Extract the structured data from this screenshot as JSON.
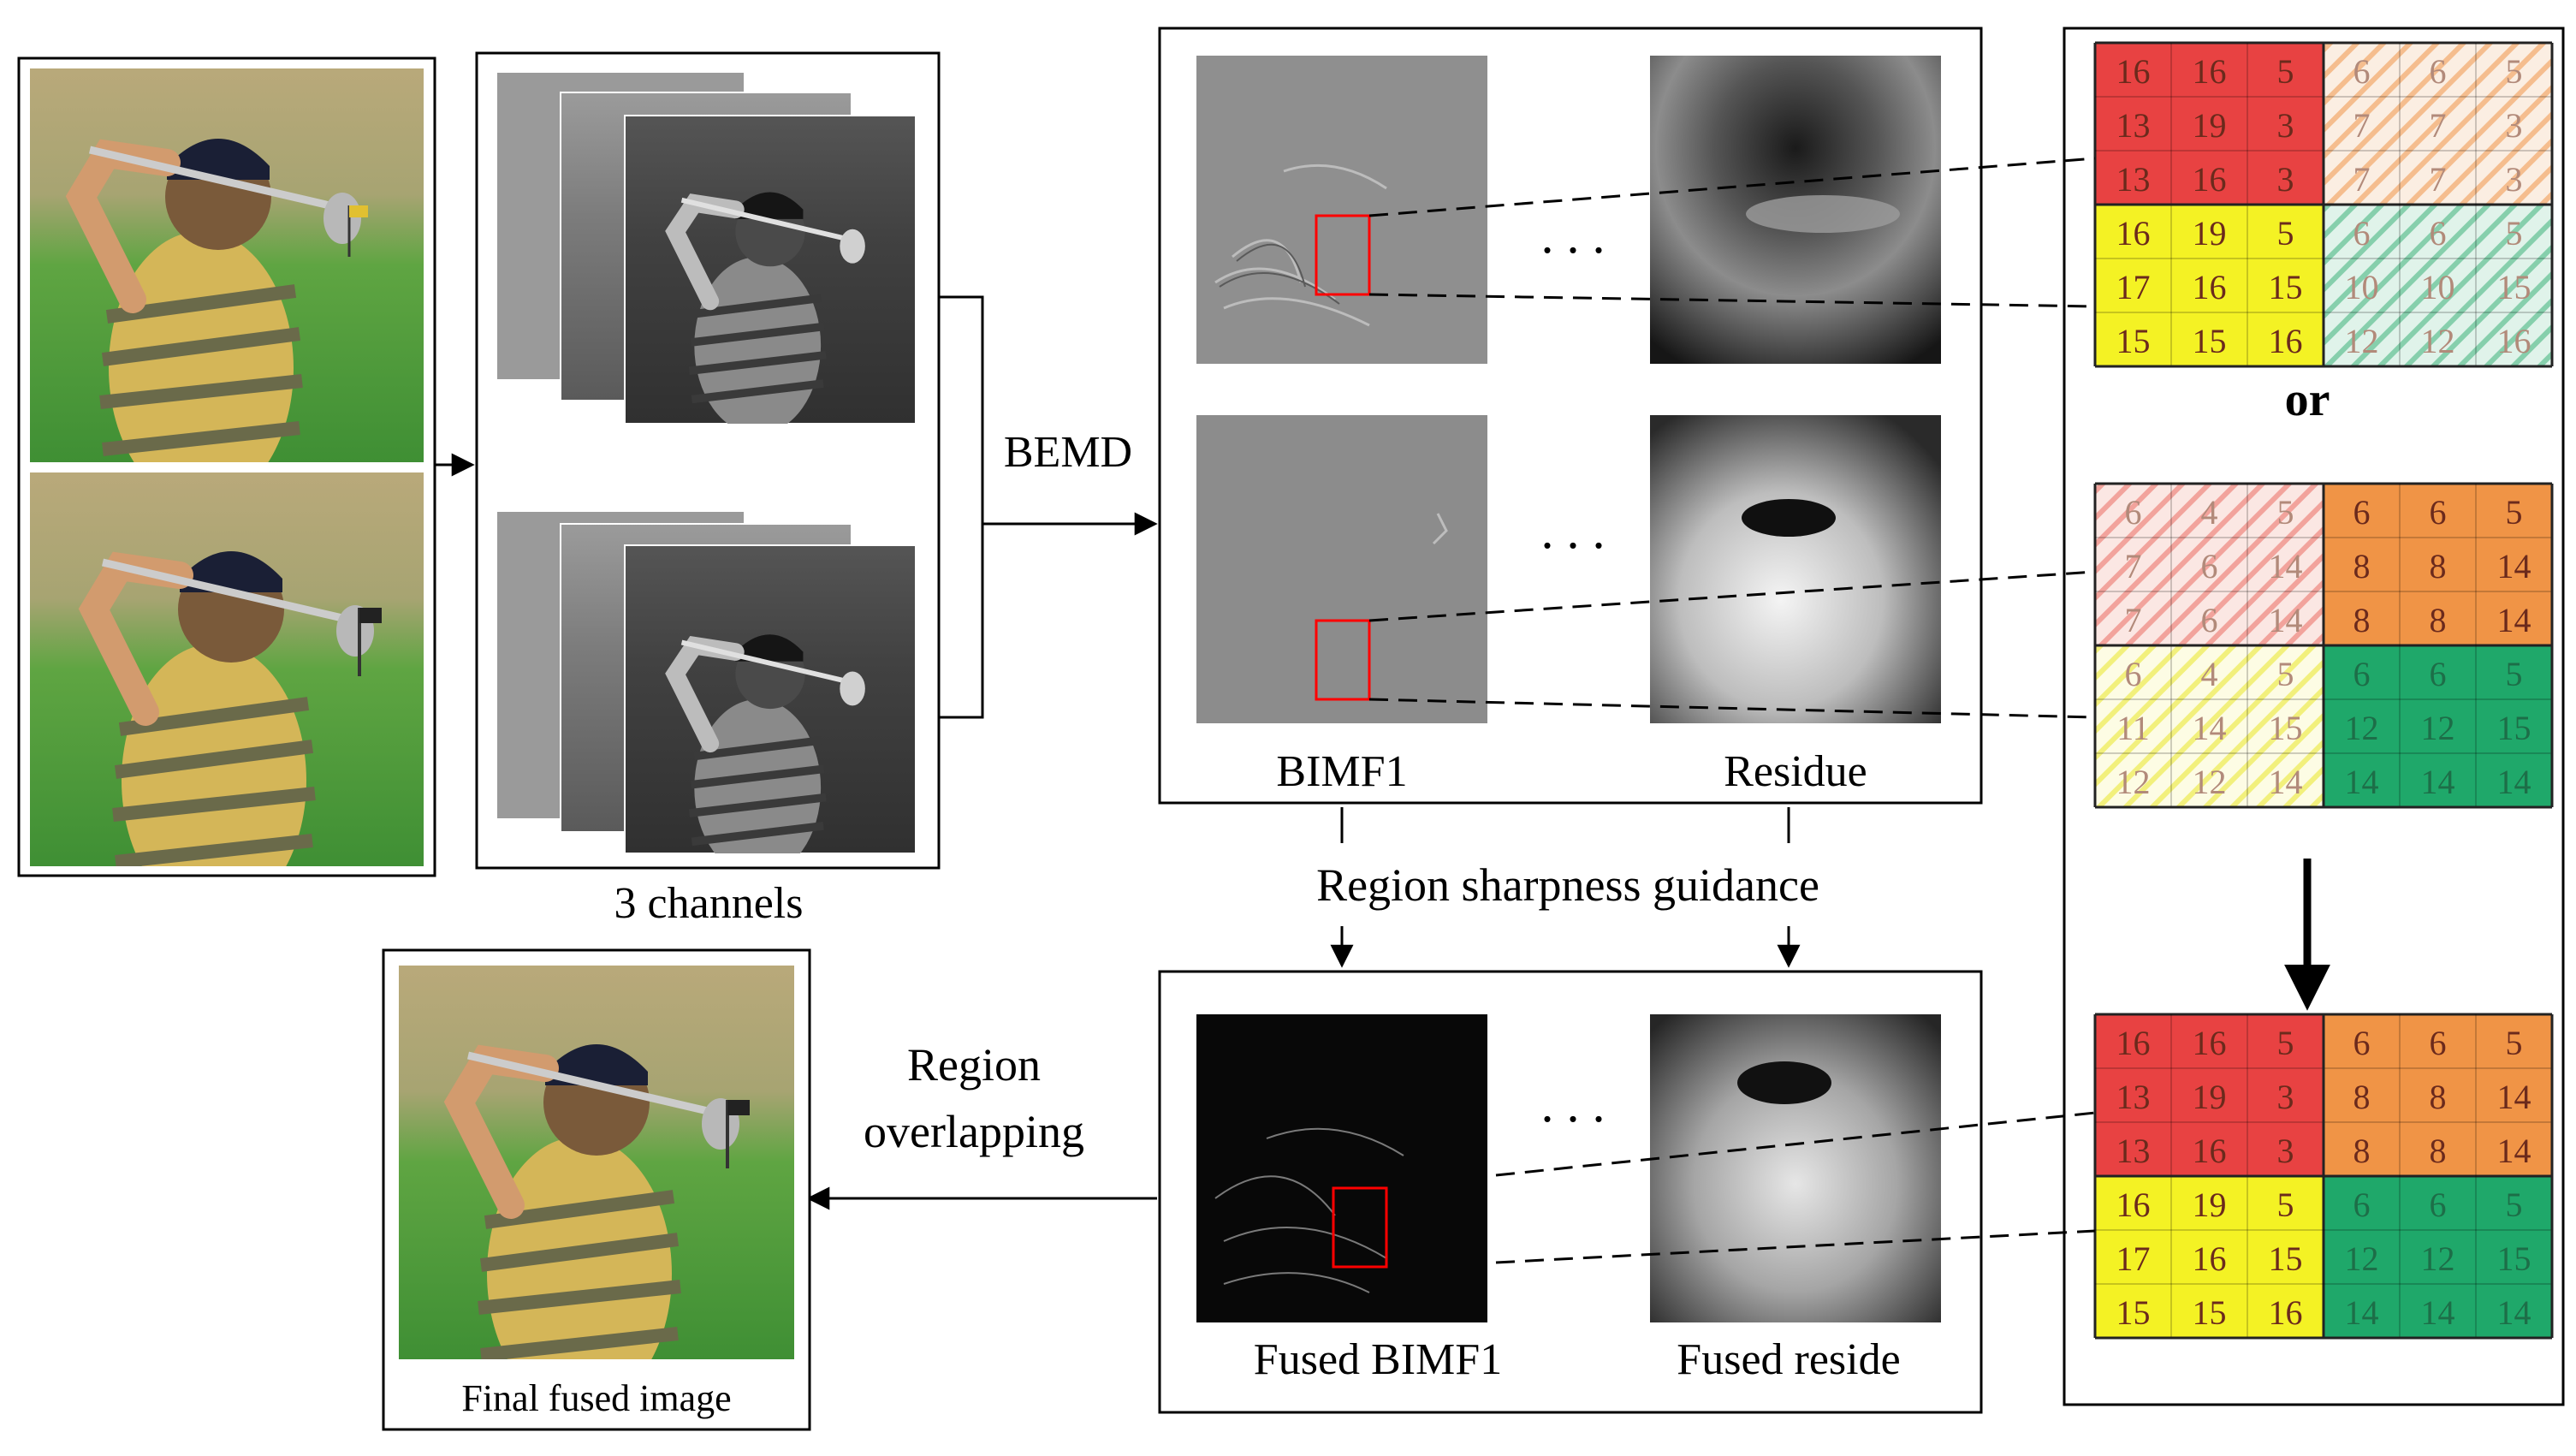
{
  "labels": {
    "bemd": "BEMD",
    "channels": "3 channels",
    "bimf1": "BIMF1",
    "residue": "Residue",
    "guidance": "Region sharpness guidance",
    "overlap_1": "Region",
    "overlap_2": "overlapping",
    "fused_bimf1": "Fused BIMF1",
    "fused_reside": "Fused reside",
    "final": "Final fused image",
    "or": "or",
    "dots": ". . ."
  },
  "grids": {
    "top": [
      [
        "16",
        "16",
        "5",
        "6",
        "6",
        "5"
      ],
      [
        "13",
        "19",
        "3",
        "7",
        "7",
        "3"
      ],
      [
        "13",
        "16",
        "3",
        "7",
        "7",
        "3"
      ],
      [
        "16",
        "19",
        "5",
        "6",
        "6",
        "5"
      ],
      [
        "17",
        "16",
        "15",
        "10",
        "10",
        "15"
      ],
      [
        "15",
        "15",
        "16",
        "12",
        "12",
        "16"
      ]
    ],
    "middle": [
      [
        "6",
        "4",
        "5",
        "6",
        "6",
        "5"
      ],
      [
        "7",
        "6",
        "14",
        "8",
        "8",
        "14"
      ],
      [
        "7",
        "6",
        "14",
        "8",
        "8",
        "14"
      ],
      [
        "6",
        "4",
        "5",
        "6",
        "6",
        "5"
      ],
      [
        "11",
        "14",
        "15",
        "12",
        "12",
        "15"
      ],
      [
        "12",
        "12",
        "14",
        "14",
        "14",
        "14"
      ]
    ],
    "bottom": [
      [
        "16",
        "16",
        "5",
        "6",
        "6",
        "5"
      ],
      [
        "13",
        "19",
        "3",
        "8",
        "8",
        "14"
      ],
      [
        "13",
        "16",
        "3",
        "8",
        "8",
        "14"
      ],
      [
        "16",
        "19",
        "5",
        "6",
        "6",
        "5"
      ],
      [
        "17",
        "16",
        "15",
        "12",
        "12",
        "15"
      ],
      [
        "15",
        "15",
        "16",
        "14",
        "14",
        "14"
      ]
    ]
  },
  "colors": {
    "red": "#e84242",
    "orange": "#f09446",
    "yellow": "#f4f224",
    "green": "#1fa86a",
    "grass": "#4f9a3c",
    "shirt": "#d6b85a",
    "rect": "#ff0000"
  }
}
